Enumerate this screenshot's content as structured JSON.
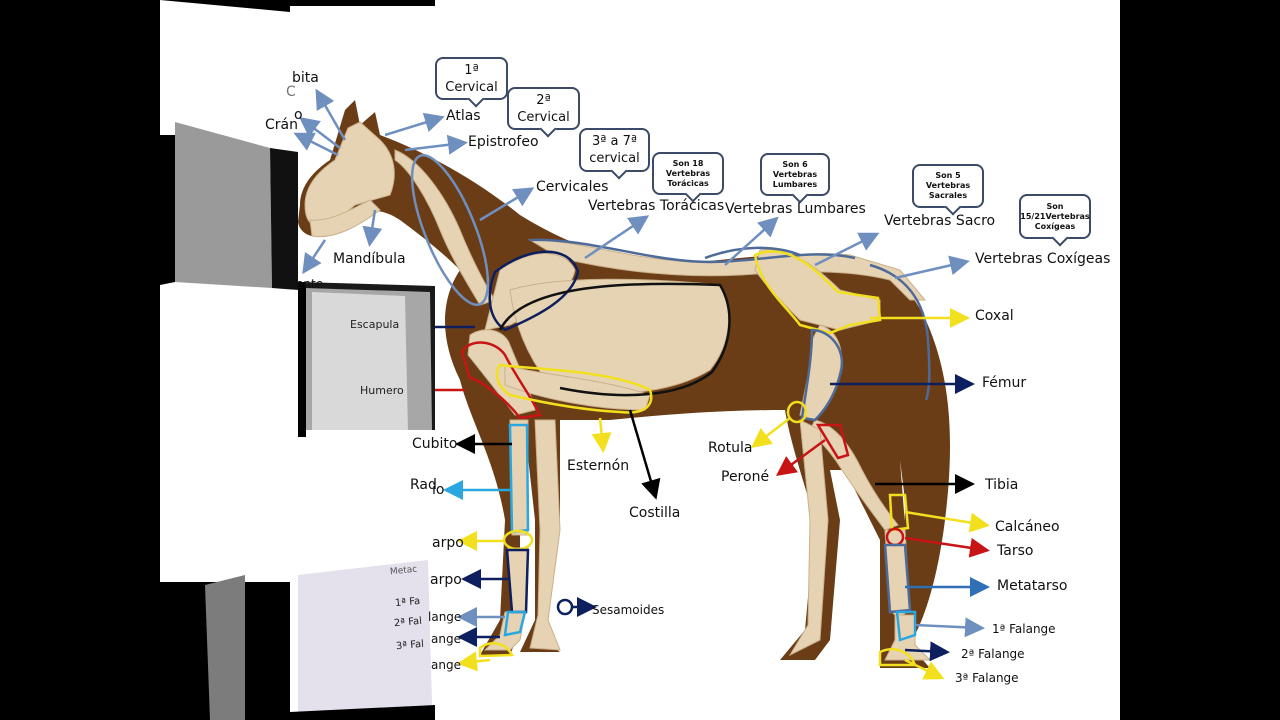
{
  "colors": {
    "background": "#000000",
    "canvas": "#ffffff",
    "horse_coat": "#6b3d17",
    "bone": "#e6d3b3",
    "axial_arrows": "#6f8fbf",
    "dark_blue": "#0d1f5e",
    "yellow": "#f2e01e",
    "red": "#c81414",
    "light_blue": "#2aa7e0",
    "black": "#000000"
  },
  "callouts": {
    "c1": "1ª Cervical",
    "c2": "2ª Cervical",
    "c3_l1": "3ª a 7ª",
    "c3_l2": "cervical",
    "toracicas_l1": "Son 18 Vertebras",
    "toracicas_l2": "Torácicas",
    "lumbares_l1": "Son 6 Vertebras",
    "lumbares_l2": "Lumbares",
    "sacrales_l1": "Son 5 Vertebras",
    "sacrales_l2": "Sacrales",
    "coxigeas_l1": "Son",
    "coxigeas_l2": "15/21Vertebras",
    "coxigeas_l3": "Coxígeas"
  },
  "labels": {
    "atlas": "Atlas",
    "epistrofeo": "Epistrofeo",
    "cervicales": "Cervicales",
    "vert_toracicas": "Vertebras Torácicas",
    "vert_lumbares": "Vertebras Lumbares",
    "vert_sacro": "Vertebras Sacro",
    "vert_coxigeas": "Vertebras Coxígeas",
    "coxal": "Coxal",
    "femur": "Fémur",
    "rotula": "Rotula",
    "perone": "Peroné",
    "tibia": "Tibia",
    "calcaneo": "Calcáneo",
    "tarso": "Tarso",
    "metatarso": "Metatarso",
    "falange1": "1ª Falange",
    "falange2": "2ª Falange",
    "falange3": "3ª Falange",
    "esternon": "Esternón",
    "costilla": "Costilla",
    "sesamoides": "Sesamoides",
    "mandibula": "Mandíbula",
    "cubito": "Cubito",
    "radio": "Rad",
    "radio2": "io",
    "carpo": "arpo",
    "metacarpo": "arpo",
    "falange_a": "lange",
    "falange_b": "ange",
    "falange_c": "ange",
    "orbita": "bita",
    "o_frag": "o",
    "craneo": "Crán",
    "ente": "ente",
    "c_frag": "C"
  },
  "transition_panels": {
    "escapula": "Escapula",
    "humero": "Humero",
    "falange1": "1ª Fa",
    "falange2": "2ª Fal",
    "falange3": "3ª Fal",
    "metacarpo": "Metac"
  }
}
